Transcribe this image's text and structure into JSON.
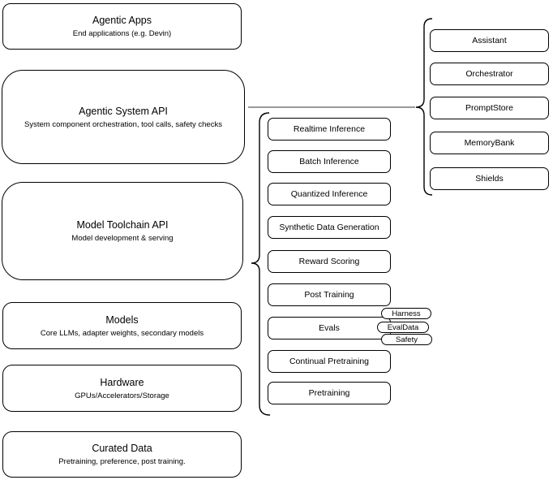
{
  "diagram": {
    "left_stack": [
      {
        "title": "Agentic Apps",
        "subtitle": "End applications (e.g. Devin)"
      },
      {
        "title": "Agentic System API",
        "subtitle": "System component orchestration, tool calls, safety checks"
      },
      {
        "title": "Model Toolchain API",
        "subtitle": "Model development & serving"
      },
      {
        "title": "Models",
        "subtitle": "Core LLMs, adapter weights, secondary models"
      },
      {
        "title": "Hardware",
        "subtitle": "GPUs/Accelerators/Storage"
      },
      {
        "title": "Curated Data",
        "subtitle": "Pretraining, preference, post training."
      }
    ],
    "toolchain_items": [
      "Realtime Inference",
      "Batch Inference",
      "Quantized Inference",
      "Synthetic Data Generation",
      "Reward Scoring",
      "Post Training",
      "Evals",
      "Continual Pretraining",
      "Pretraining"
    ],
    "eval_tags": [
      "Harness",
      "EvalData",
      "Safety"
    ],
    "system_components": [
      "Assistant",
      "Orchestrator",
      "PromptStore",
      "MemoryBank",
      "Shields"
    ],
    "colors": {
      "node_border": "#000000",
      "node_fill": "#ffffff",
      "connector": "#999999"
    }
  }
}
